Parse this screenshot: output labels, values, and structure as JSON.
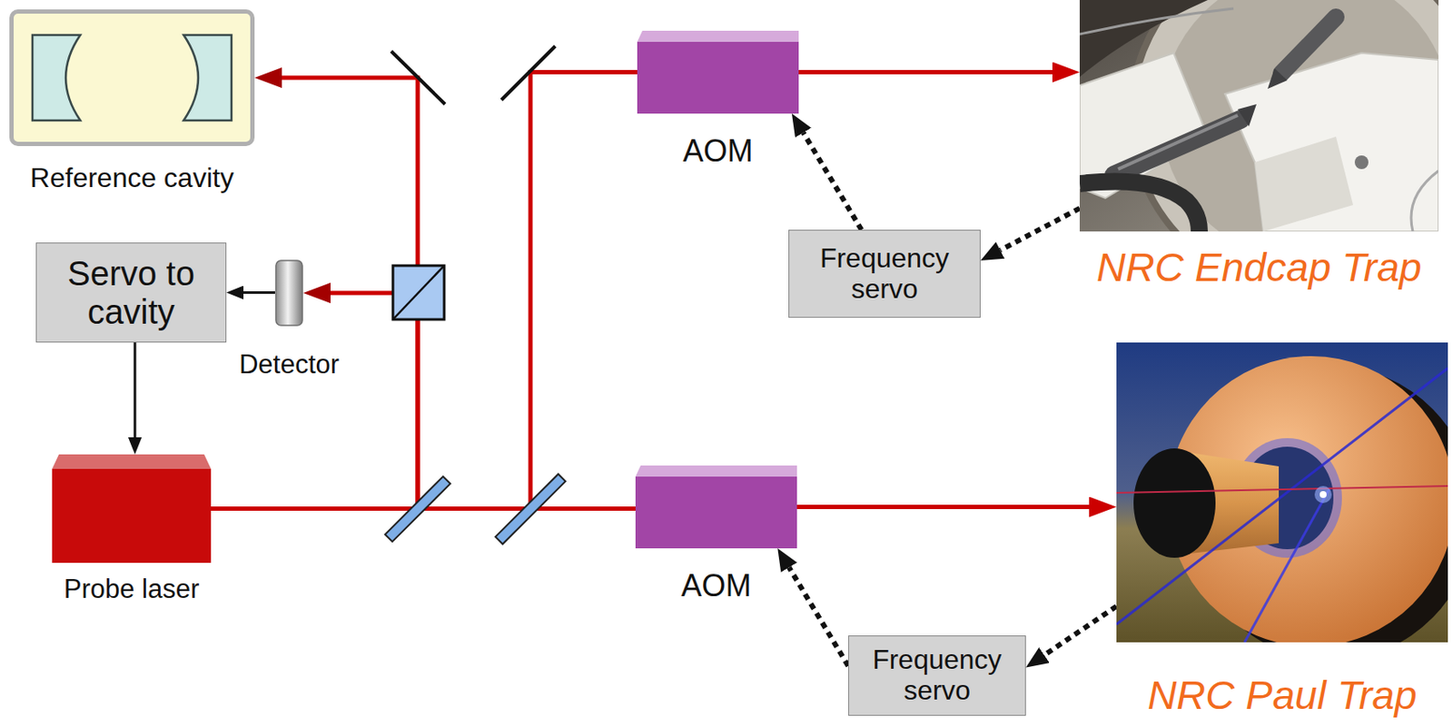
{
  "diagram": {
    "nodes": [
      {
        "text": [
          "Reference cavity"
        ]
      },
      {
        "text": [
          "AOM"
        ]
      },
      {
        "text": [
          "NRC Endcap Trap"
        ]
      },
      {
        "text": [
          "Frequency servo"
        ]
      },
      {
        "text": [
          "Servo to cavity"
        ]
      },
      {
        "text": [
          "Detector"
        ]
      },
      {
        "text": [
          "NRC Paul Trap"
        ]
      },
      {
        "text": [
          "Probe laser"
        ]
      },
      {
        "text": [
          "AOM"
        ]
      },
      {
        "text": [
          "Frequency servo"
        ]
      }
    ],
    "edges": [
      {
        "from": 7,
        "to": 0,
        "arrow": "to"
      },
      {
        "from": 7,
        "to": 5,
        "arrow": "to"
      },
      {
        "from": 5,
        "to": 4,
        "arrow": "to"
      },
      {
        "from": 4,
        "to": 7,
        "arrow": "to"
      },
      {
        "from": 7,
        "to": 1,
        "arrow": "none"
      },
      {
        "from": 7,
        "to": 8,
        "arrow": "none"
      },
      {
        "from": 1,
        "to": 2,
        "arrow": "to"
      },
      {
        "from": 8,
        "to": 6,
        "arrow": "to"
      },
      {
        "from": 2,
        "to": 3,
        "arrow": "to"
      },
      {
        "from": 3,
        "to": 1,
        "arrow": "to"
      },
      {
        "from": 6,
        "to": 9,
        "arrow": "to"
      },
      {
        "from": 9,
        "to": 8,
        "arrow": "to"
      }
    ]
  }
}
